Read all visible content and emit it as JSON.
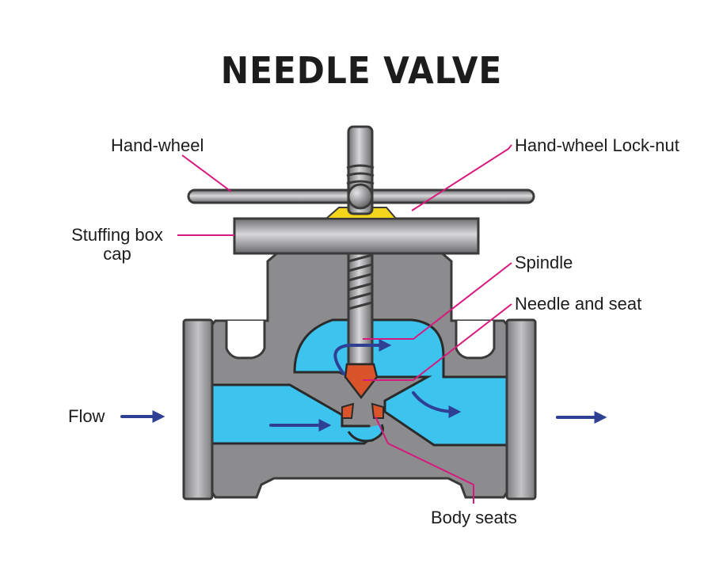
{
  "title": "NEEDLE VALVE",
  "labels": {
    "hand_wheel": "Hand-wheel",
    "hand_wheel_lock_nut": "Hand-wheel Lock-nut",
    "stuffing_box_cap_line1": "Stuffing box",
    "stuffing_box_cap_line2": "cap",
    "spindle": "Spindle",
    "needle_and_seat": "Needle and seat",
    "flow": "Flow",
    "body_seats": "Body seats"
  },
  "colors": {
    "body": "#8c8c8e",
    "body_dark": "#3a3a3a",
    "fluid": "#3cc4ee",
    "needle": "#d9542a",
    "lock_nut": "#f3d51c",
    "arrow": "#2e3f94",
    "leader": "#d6197f"
  }
}
